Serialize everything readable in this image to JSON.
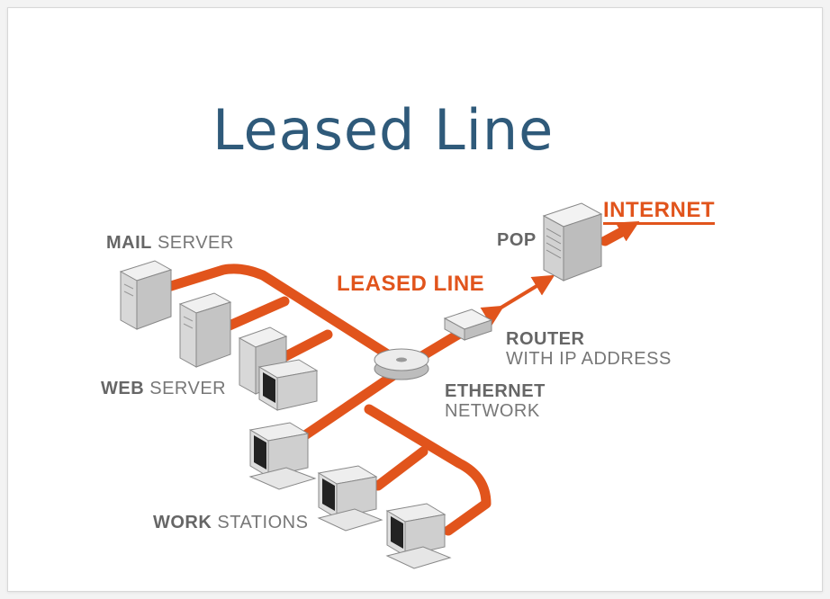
{
  "title": "Leased Line",
  "labels": {
    "mail_server_bold": "MAIL",
    "mail_server_rest": "SERVER",
    "web_server_bold": "WEB",
    "web_server_rest": "SERVER",
    "work_stations_bold": "WORK",
    "work_stations_rest": "STATIONS",
    "pop": "POP",
    "internet": "INTERNET",
    "leased_line": "LEASED LINE",
    "router_line1": "ROUTER",
    "router_line2": "WITH IP ADDRESS",
    "ethernet_line1": "ETHERNET",
    "ethernet_line2": "NETWORK"
  },
  "colors": {
    "cable": "#e1541c",
    "title": "#2f5a7a",
    "device": "#e4e4e4",
    "device_dark": "#9a9a9a"
  },
  "icons": [
    "mail-server-icon",
    "web-server-icon",
    "file-server-icon",
    "workstation-icon",
    "hub-icon",
    "router-icon",
    "pop-server-icon"
  ]
}
